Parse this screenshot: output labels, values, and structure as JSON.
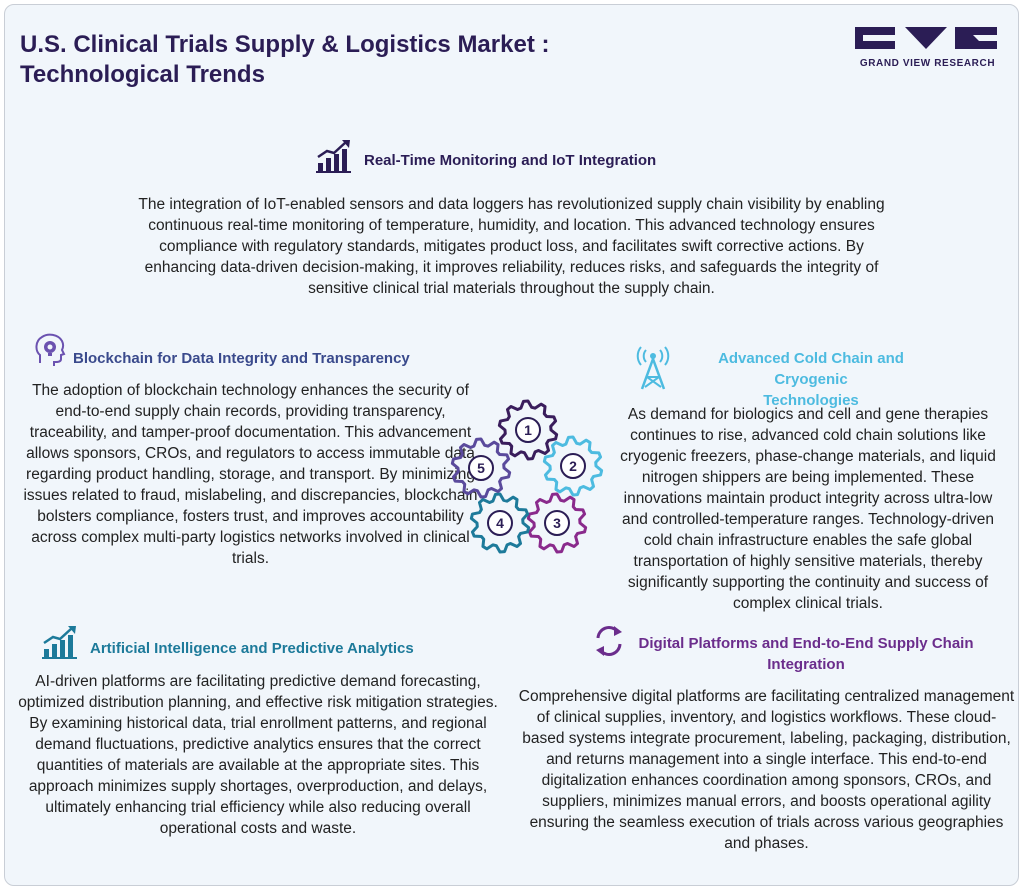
{
  "header": {
    "title_line1": "U.S. Clinical Trials Supply & Logistics Market :",
    "title_line2": "Technological Trends",
    "logo_text": "GRAND VIEW RESEARCH"
  },
  "colors": {
    "navy": "#2b1d55",
    "blue_title": "#3a4a8c",
    "cyan": "#4dbbe0",
    "teal": "#1d7a9a",
    "purple": "#6b2d8c",
    "background": "#f1f6fb"
  },
  "sections": {
    "realtime": {
      "icon": "chart-growth-icon",
      "title": "Real-Time Monitoring and IoT Integration",
      "body": "The integration of IoT-enabled sensors and data loggers has revolutionized supply chain visibility by enabling continuous real-time monitoring of temperature, humidity, and location. This advanced technology ensures compliance with regulatory standards, mitigates product loss, and facilitates swift corrective actions. By enhancing data-driven decision-making, it improves reliability, reduces risks, and safeguards the integrity of sensitive clinical trial materials throughout the supply chain."
    },
    "blockchain": {
      "icon": "lightbulb-head-icon",
      "title": "Blockchain for Data Integrity and Transparency",
      "body": "The adoption of blockchain technology enhances the security of end-to-end supply chain records, providing transparency, traceability, and tamper-proof documentation. This advancement allows sponsors, CROs, and regulators to access immutable data regarding product handling, storage, and transport. By minimizing issues related to fraud, mislabeling, and discrepancies, blockchain bolsters compliance, fosters trust, and improves accountability across complex multi-party logistics networks involved in clinical trials."
    },
    "coldchain": {
      "icon": "signal-tower-icon",
      "title_line1": "Advanced Cold Chain and Cryogenic",
      "title_line2": "Technologies",
      "body": "As demand for biologics and cell and gene therapies continues to rise, advanced cold chain solutions like cryogenic freezers, phase-change materials, and liquid nitrogen shippers are being implemented. These innovations maintain product integrity across ultra-low and controlled-temperature ranges. Technology-driven cold chain infrastructure enables the safe global transportation of highly sensitive materials, thereby significantly supporting the continuity and success of complex clinical trials."
    },
    "ai": {
      "icon": "bar-chart-icon",
      "title": "Artificial Intelligence and Predictive Analytics",
      "body": "AI-driven platforms are facilitating predictive demand forecasting, optimized distribution planning, and effective risk mitigation strategies. By examining historical data, trial enrollment patterns, and regional demand fluctuations, predictive analytics ensures that the correct quantities of materials are available at the appropriate sites. This approach minimizes supply shortages, overproduction, and delays, ultimately enhancing trial efficiency while also reducing overall operational costs and waste."
    },
    "digital": {
      "icon": "cycle-arrows-icon",
      "title_line1": "Digital Platforms and End-to-End Supply Chain",
      "title_line2": "Integration",
      "body": "Comprehensive digital platforms are facilitating centralized management of clinical supplies, inventory, and logistics workflows. These cloud-based systems integrate procurement, labeling, packaging, distribution, and returns management into a single interface. This end-to-end digitalization enhances coordination among sponsors, CROs, and suppliers, minimizes manual errors, and boosts operational agility ensuring the seamless execution of trials across various geographies and phases."
    }
  },
  "gears": {
    "labels": [
      "1",
      "2",
      "3",
      "4",
      "5"
    ],
    "colors": [
      "#3a1d5c",
      "#4dbbe0",
      "#8a2a8c",
      "#1d7a9a",
      "#5a4a9c"
    ]
  }
}
